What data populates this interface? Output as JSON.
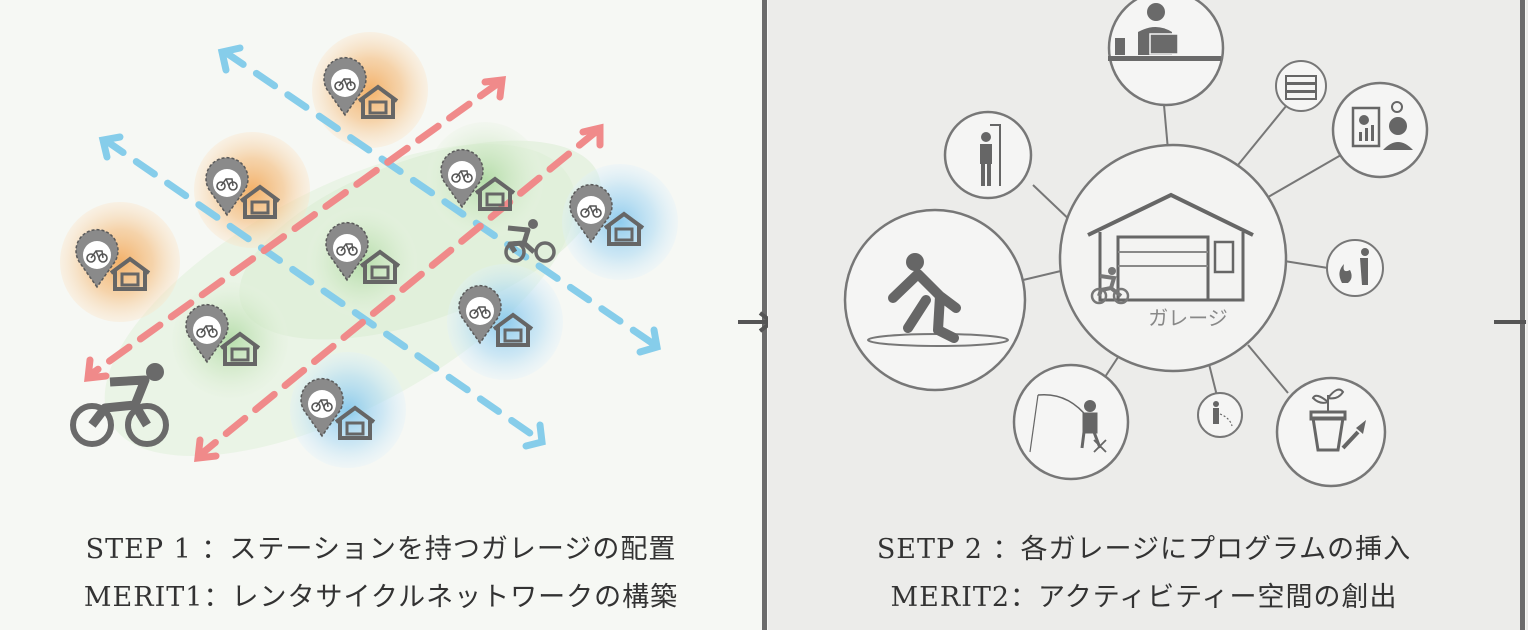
{
  "step1": {
    "line1": "STEP 1 ：ステーションを持つガレージの配置",
    "line2": "MERIT1：レンタサイクルネットワークの構築"
  },
  "step2": {
    "line1": "SETP 2 ：各ガレージにプログラムの挿入",
    "line2": "MERIT2：アクティビティー空間の創出",
    "center_label": "ガレージ"
  },
  "colors": {
    "orange": "#f3b26a",
    "green": "#bfe0b5",
    "blue": "#9dd2ef",
    "red_arrow": "#f08080",
    "blue_arrow": "#7fc8e8",
    "icon_gray": "#6e6e6e"
  }
}
